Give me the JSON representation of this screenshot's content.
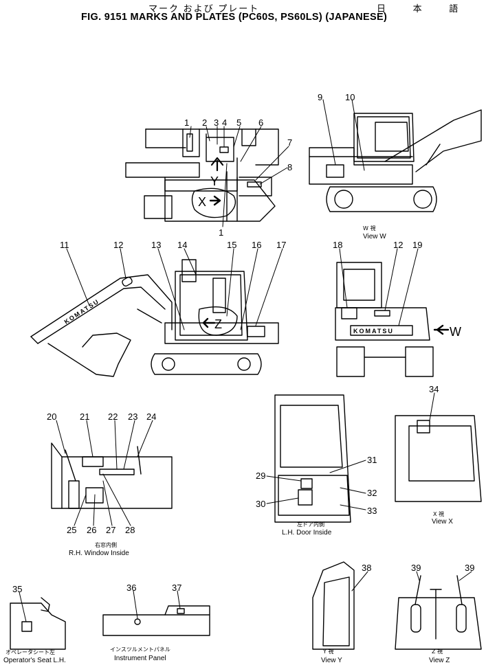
{
  "header": {
    "title_jp": "マーク および プレート",
    "title_jp_right": "日 本 語",
    "title_en": "FIG. 9151  MARKS AND PLATES (PC60S, PS60LS) (JAPANESE)"
  },
  "callouts": {
    "n1": "1",
    "n2": "2",
    "n3": "3",
    "n4": "4",
    "n5": "5",
    "n6": "6",
    "n7": "7",
    "n8": "8",
    "n1b": "1",
    "n9": "9",
    "n10": "10",
    "n11": "11",
    "n12": "12",
    "n13": "13",
    "n14": "14",
    "n15": "15",
    "n16": "16",
    "n17": "17",
    "n18": "18",
    "n12b": "12",
    "n19": "19",
    "n20": "20",
    "n21": "21",
    "n22": "22",
    "n23": "23",
    "n24": "24",
    "n25": "25",
    "n26": "26",
    "n27": "27",
    "n28": "28",
    "n29": "29",
    "n30": "30",
    "n31": "31",
    "n32": "32",
    "n33": "33",
    "n34": "34",
    "n35": "35",
    "n36": "36",
    "n37": "37",
    "n38": "38",
    "n39a": "39",
    "n39b": "39"
  },
  "view_letters": {
    "y": "Y",
    "x": "X",
    "z": "Z",
    "w": "W"
  },
  "brand": "KOMATSU",
  "captions": {
    "view_w_jp": "W 視",
    "view_w": "View W",
    "rh_window_jp": "右窓内側",
    "rh_window": "R.H. Window Inside",
    "lh_door_jp": "左ドア内側",
    "lh_door": "L.H. Door Inside",
    "view_x_jp": "X 視",
    "view_x": "View X",
    "seat_jp": "オペレータシート左",
    "seat": "Operator's Seat L.H.",
    "panel_jp": "インスツルメントパネル",
    "panel": "Instrument Panel",
    "view_y_jp": "Y 視",
    "view_y": "View Y",
    "view_z_jp": "Z 視",
    "view_z": "View Z"
  }
}
